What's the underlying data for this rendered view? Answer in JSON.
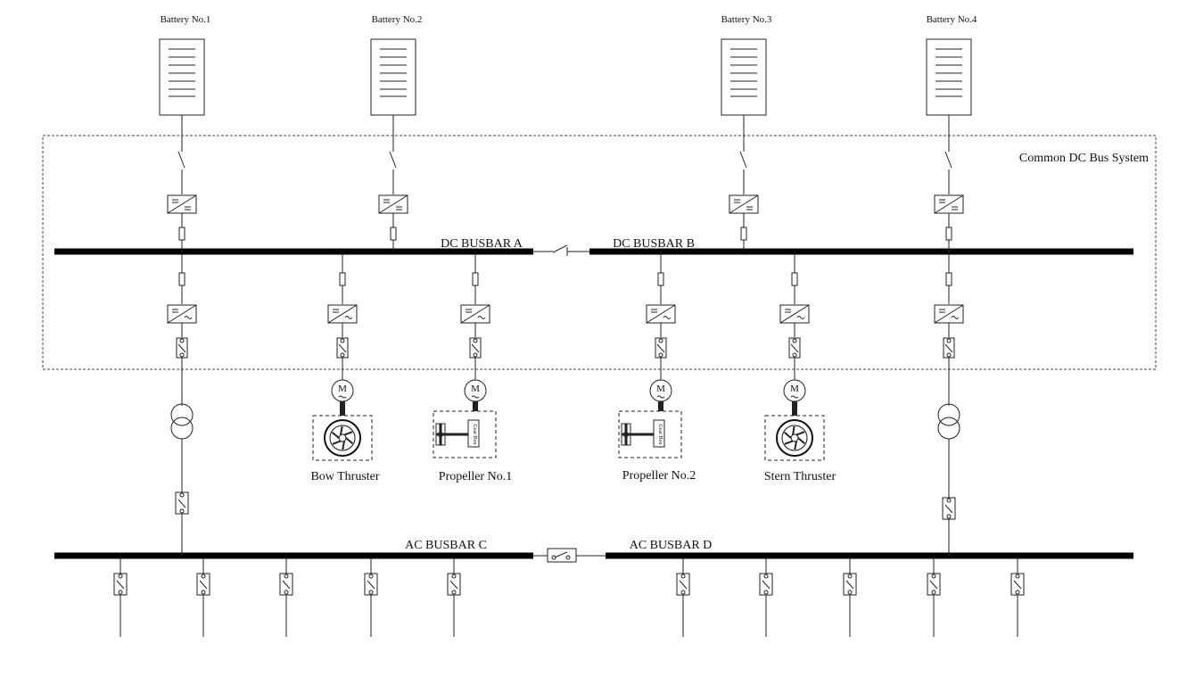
{
  "system_label": "Common DC Bus System",
  "batteries": [
    {
      "label": "Battery No.1"
    },
    {
      "label": "Battery No.2"
    },
    {
      "label": "Battery No.3"
    },
    {
      "label": "Battery No.4"
    }
  ],
  "busbars": {
    "dc_a": "DC BUSBAR A",
    "dc_b": "DC BUSBAR B",
    "ac_c": "AC BUSBAR C",
    "ac_d": "AC BUSBAR D"
  },
  "loads": [
    {
      "label": "Bow Thruster",
      "type": "thruster"
    },
    {
      "label": "Propeller No.1",
      "type": "propeller"
    },
    {
      "label": "Propeller No.2",
      "type": "propeller"
    },
    {
      "label": "Stern Thruster",
      "type": "thruster"
    }
  ],
  "motor_symbol": "M",
  "gearbox_label": "Gear Box"
}
